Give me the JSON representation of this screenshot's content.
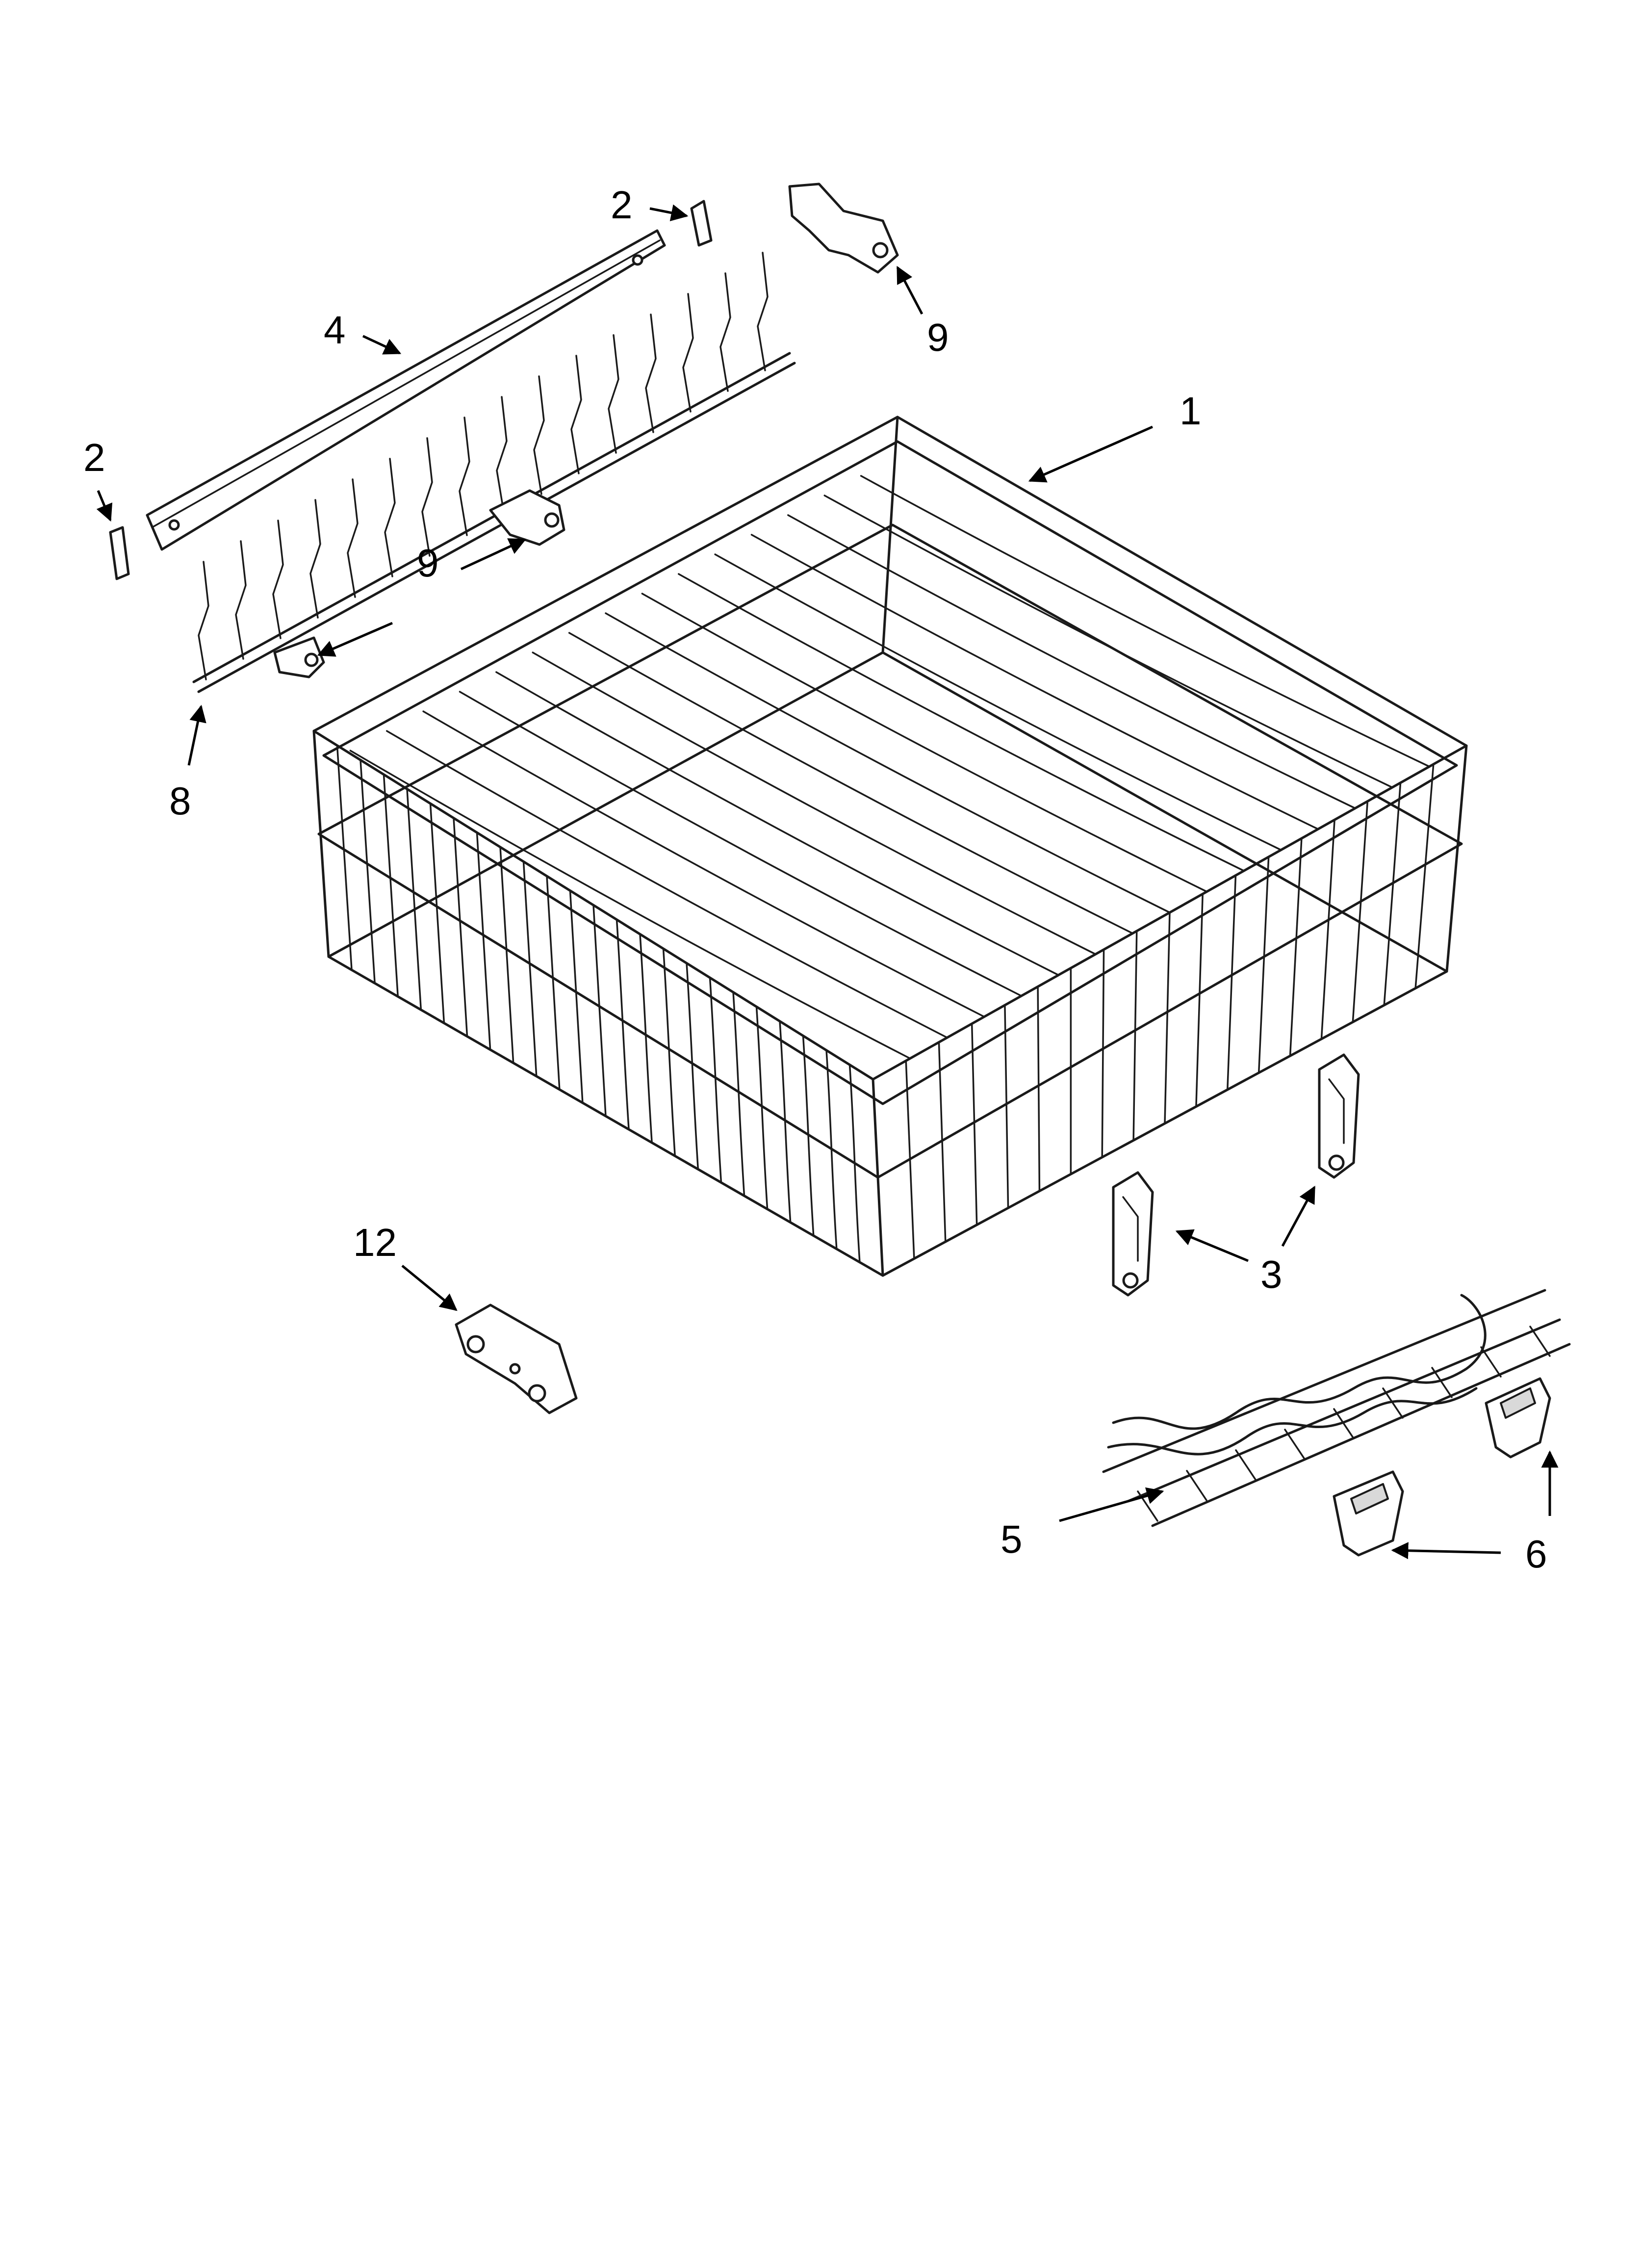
{
  "callouts": [
    {
      "id": "1",
      "label": "1"
    },
    {
      "id": "2a",
      "label": "2"
    },
    {
      "id": "2b",
      "label": "2"
    },
    {
      "id": "3",
      "label": "3"
    },
    {
      "id": "4",
      "label": "4"
    },
    {
      "id": "5",
      "label": "5"
    },
    {
      "id": "6",
      "label": "6"
    },
    {
      "id": "8",
      "label": "8"
    },
    {
      "id": "9a",
      "label": "9"
    },
    {
      "id": "9b",
      "label": "9"
    },
    {
      "id": "12",
      "label": "12"
    }
  ]
}
